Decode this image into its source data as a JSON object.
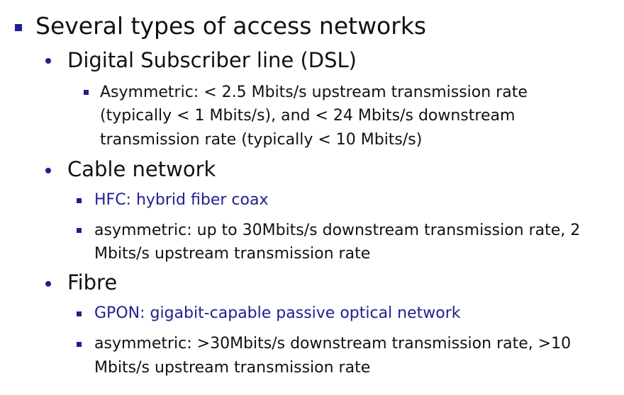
{
  "slide": {
    "heading": "Several types of access networks",
    "sections": [
      {
        "title": "Digital Subscriber line (DSL)",
        "points": [
          {
            "lines": [
              "Asymmetric: < 2.5 Mbits/s upstream transmission rate",
              "(typically < 1 Mbits/s), and < 24 Mbits/s downstream",
              "transmission rate (typically < 10 Mbits/s)"
            ]
          }
        ]
      },
      {
        "title": "Cable network",
        "points": [
          {
            "lines": [
              "HFC: hybrid fiber coax"
            ]
          },
          {
            "lines": [
              "asymmetric: up to 30Mbits/s downstream transmission rate, 2",
              "Mbits/s upstream transmission rate"
            ]
          }
        ]
      },
      {
        "title": "Fibre",
        "points": [
          {
            "lines": [
              "GPON: gigabit-capable passive optical network"
            ]
          },
          {
            "lines": [
              "asymmetric: >30Mbits/s downstream transmission rate, >10",
              "Mbits/s upstream transmission rate"
            ]
          }
        ]
      }
    ]
  },
  "colors": {
    "bullet": "#1f1f8f",
    "highlight_text": "#1f1f8f",
    "body_text": "#111111"
  }
}
